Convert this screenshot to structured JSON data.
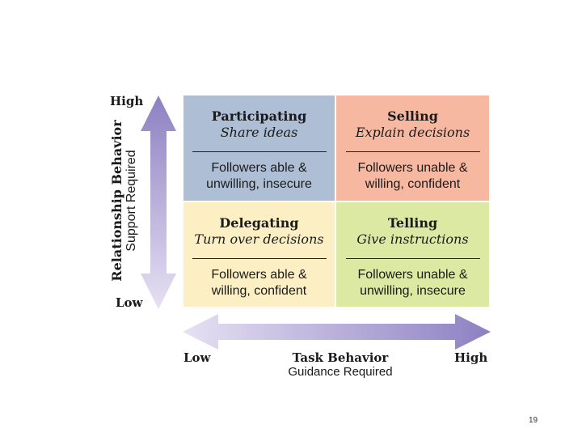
{
  "vertical_axis": {
    "high_label": "High",
    "low_label": "Low",
    "title": "Relationship Behavior",
    "subtitle": "Support Required"
  },
  "horizontal_axis": {
    "low_label": "Low",
    "high_label": "High",
    "title": "Task Behavior",
    "subtitle": "Guidance Required"
  },
  "quadrants": {
    "top_left": {
      "title": "Participating",
      "subtitle": "Share ideas",
      "description_line1": "Followers able &",
      "description_line2": "unwilling, insecure",
      "color": "#aebed4"
    },
    "top_right": {
      "title": "Selling",
      "subtitle": "Explain decisions",
      "description_line1": "Followers unable &",
      "description_line2": "willing, confident",
      "color": "#f7b8a1"
    },
    "bottom_left": {
      "title": "Delegating",
      "subtitle": "Turn over decisions",
      "description_line1": "Followers able &",
      "description_line2": "willing, confident",
      "color": "#fdefc4"
    },
    "bottom_right": {
      "title": "Telling",
      "subtitle": "Give instructions",
      "description_line1": "Followers unable &",
      "description_line2": "unwilling, insecure",
      "color": "#dbe9a3"
    }
  },
  "colors": {
    "arrow_dark": "#8d80c2",
    "arrow_light": "#e6e1f3"
  },
  "page_number": "19"
}
